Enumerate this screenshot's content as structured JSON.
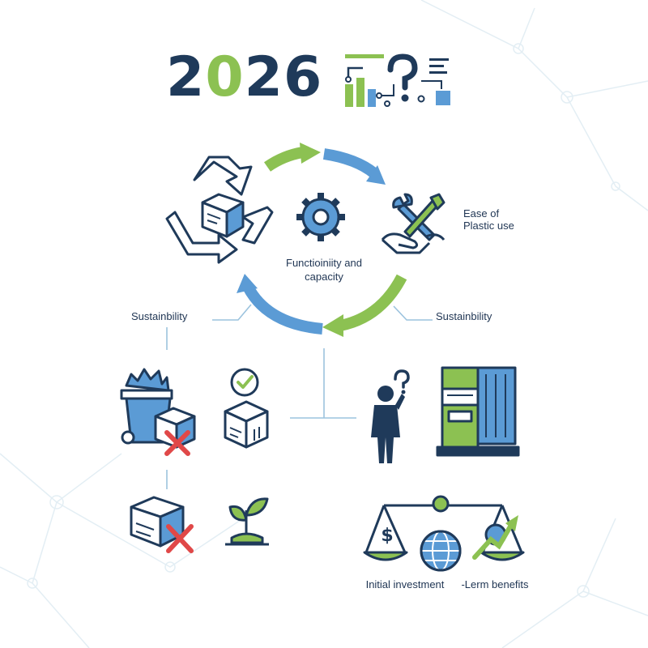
{
  "header": {
    "year_part1": "2",
    "year_accent": "0",
    "year_part2": "26"
  },
  "cycle": {
    "center_label": "Functioiniity and capacity",
    "ease_label": "Ease of Plastic use"
  },
  "branches": {
    "left_label": "Sustainbility",
    "right_label": "Sustainbility"
  },
  "balance": {
    "left_label": "Initial investment",
    "right_label": "-Lerm benefits"
  },
  "colors": {
    "navy": "#1f3a5a",
    "green": "#8cc152",
    "blue": "#5b9bd5",
    "red": "#e04848",
    "line": "#9cc3de"
  },
  "icons": [
    "chart-question-icon",
    "recycle-box-icon",
    "gear-icon",
    "tools-hands-icon",
    "trash-bin-icon",
    "checked-box-icon",
    "person-question-icon",
    "machine-icon",
    "rejected-box-icon",
    "seedling-icon",
    "balance-scale-icon",
    "dollar-bag-icon",
    "globe-icon",
    "growth-arrow-icon"
  ]
}
